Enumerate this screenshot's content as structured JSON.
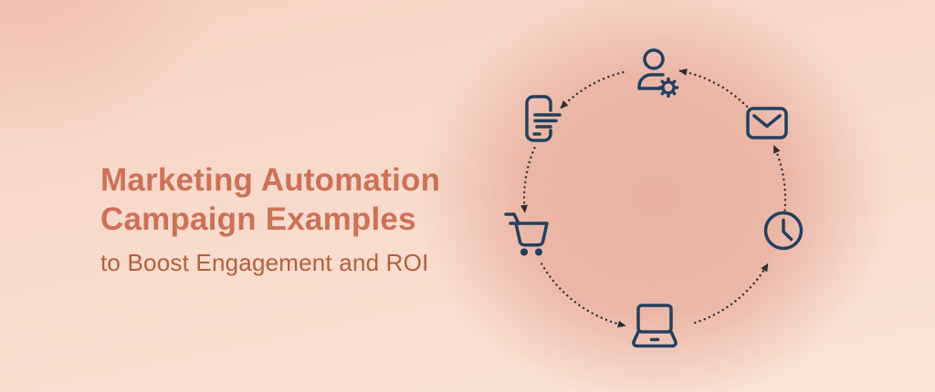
{
  "banner": {
    "title_line1": "Marketing Automation",
    "title_line2": "Campaign Examples",
    "subtitle": "to Boost Engagement and ROI"
  },
  "colors": {
    "title": "#cd7156",
    "subtitle": "#b2603c",
    "icon_stroke": "#23405f",
    "arrow": "#343434",
    "background_center": "#e9b2a2",
    "background_edge": "#f9e0d4"
  },
  "diagram": {
    "type": "cycle",
    "flow_direction": "counterclockwise",
    "nodes": [
      {
        "icon": "user-gear-icon",
        "position": "top"
      },
      {
        "icon": "smartphone-message-icon",
        "position": "upper-left"
      },
      {
        "icon": "shopping-cart-icon",
        "position": "left"
      },
      {
        "icon": "laptop-icon",
        "position": "bottom"
      },
      {
        "icon": "clock-icon",
        "position": "right"
      },
      {
        "icon": "mail-icon",
        "position": "upper-right"
      }
    ]
  }
}
